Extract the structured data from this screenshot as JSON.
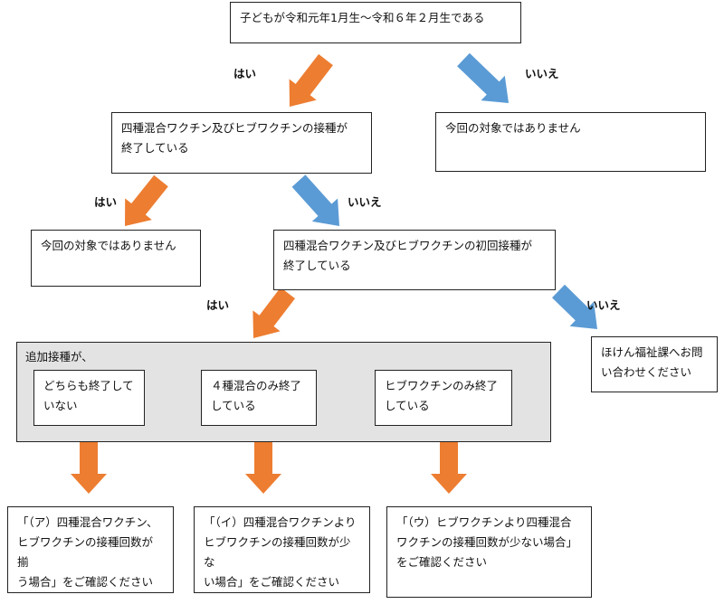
{
  "nodes": {
    "start": "子どもが令和元年1月生〜令和６年２月生である",
    "not_target_1": "今回の対象ではありません",
    "q_complete": "四種混合ワクチン及びヒブワクチンの接種が\n終了している",
    "not_target_2": "今回の対象ではありません",
    "q_first": "四種混合ワクチン及びヒブワクチンの初回接種が\n終了している",
    "contact": "ほけん福祉課へお問\nい合わせください",
    "booster_header": "追加接種が、",
    "opt_none": "どちらも終了して\nいない",
    "opt_four": "４種混合のみ終了\nしている",
    "opt_hib": "ヒブワクチンのみ終了\nしている",
    "result_a": "「（ア）四種混合ワクチン、\nヒブワクチンの接種回数が揃\nう場合」をご確認ください",
    "result_i": "「（イ）四種混合ワクチンより\nヒブワクチンの接種回数が少な\nい場合」をご確認ください",
    "result_u": "「（ウ）ヒブワクチンより四種混合\nワクチンの接種回数が少ない場合」\nをご確認ください"
  },
  "labels": {
    "yes_1": "はい",
    "no_1": "いいえ",
    "yes_2": "はい",
    "no_2": "いいえ",
    "yes_3": "はい",
    "no_3": "いいえ"
  },
  "colors": {
    "yes_arrow": "#ED7D31",
    "no_arrow": "#5B9BD5",
    "group_fill": "#E3E3E3"
  }
}
